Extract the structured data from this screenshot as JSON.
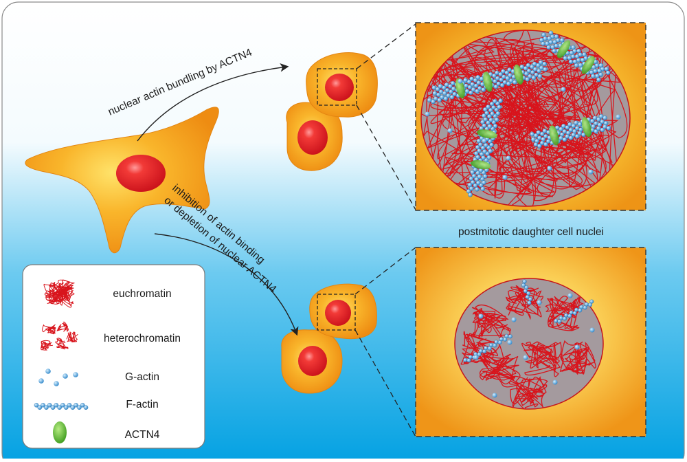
{
  "arrows": {
    "top_label": "nuclear actin bundling by ACTN4",
    "bottom_label_line1": "inhibition of actin binding",
    "bottom_label_line2": "or depletion of nuclear ACTN4"
  },
  "panels": {
    "caption": "postmitotic daughter cell nuclei"
  },
  "legend": {
    "items": [
      {
        "label": "euchromatin",
        "icon": "euchromatin-icon"
      },
      {
        "label": "heterochromatin",
        "icon": "heterochromatin-icon"
      },
      {
        "label": "G-actin",
        "icon": "g-actin-icon"
      },
      {
        "label": "F-actin",
        "icon": "f-actin-icon"
      },
      {
        "label": "ACTN4",
        "icon": "actn4-icon"
      }
    ]
  },
  "colors": {
    "cell_orange": "#f39a1f",
    "nucleus_red": "#e8201f",
    "chromatin_red": "#d8141c",
    "nucleus_grey": "#a49a9e",
    "g_actin_blue": "#3e9ad8",
    "actn4_green": "#5cbc2e",
    "background_blue": "#00a4e4"
  }
}
